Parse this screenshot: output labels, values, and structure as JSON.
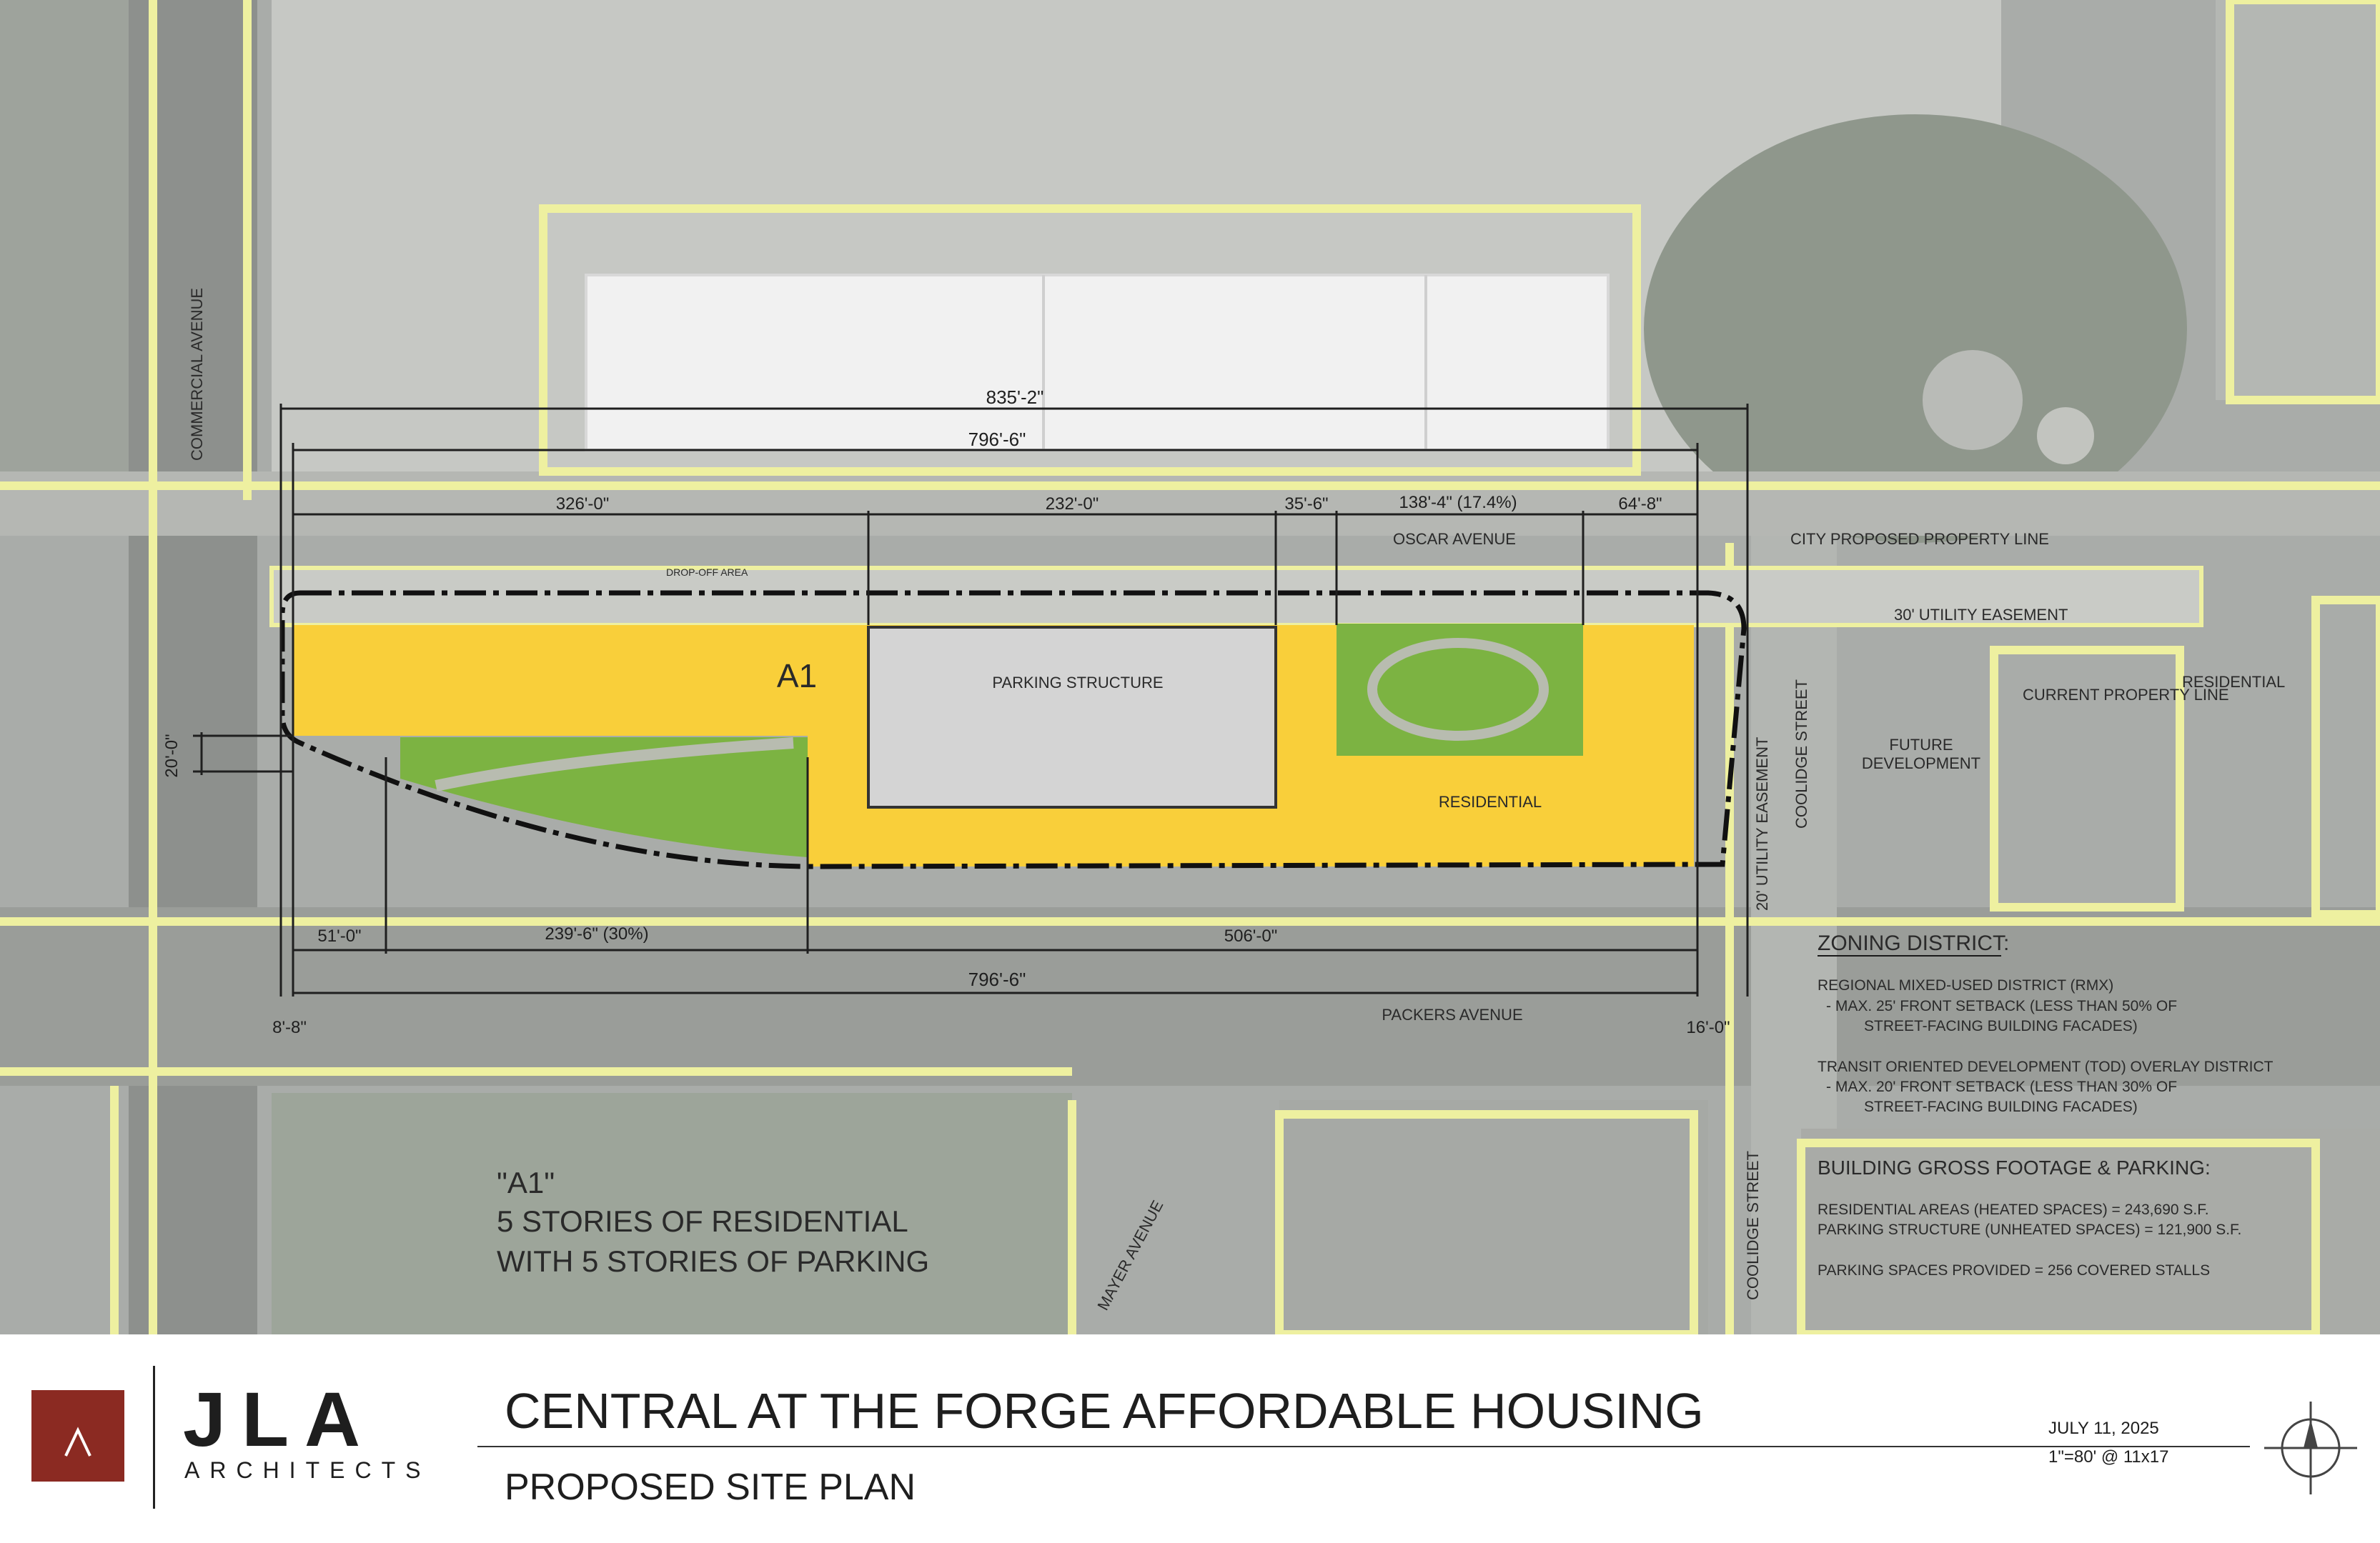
{
  "project": {
    "title": "CENTRAL AT THE FORGE AFFORDABLE HOUSING",
    "subtitle": "PROPOSED SITE PLAN",
    "date": "JULY 11, 2025",
    "scale": "1\"=80' @ 11x17"
  },
  "firm": {
    "name": "JLA",
    "tagline": "ARCHITECTS",
    "brand_color": "#8b2a22"
  },
  "streets": {
    "commercial": "COMMERCIAL AVENUE",
    "oscar": "OSCAR AVENUE",
    "packers": "PACKERS AVENUE",
    "coolidge_north": "COOLIDGE STREET",
    "coolidge_south": "COOLIDGE STREET",
    "mayer": "MAYER AVENUE"
  },
  "site_labels": {
    "building_id": "A1",
    "parking": "PARKING STRUCTURE",
    "residential": "RESIDENTIAL",
    "residential_east": "RESIDENTIAL",
    "drop_off": "DROP-OFF AREA",
    "city_line": "CITY PROPOSED PROPERTY LINE",
    "current_line": "CURRENT PROPERTY LINE",
    "utility_east": "30' UTILITY EASEMENT",
    "utility_vertical": "20' UTILITY EASEMENT",
    "future_dev_1": "FUTURE",
    "future_dev_2": "DEVELOPMENT"
  },
  "dimensions": {
    "overall_top": "835'-2\"",
    "top": "796'-6\"",
    "seg_1": "326'-0\"",
    "seg_2": "232'-0\"",
    "seg_3": "35'-6\"",
    "seg_4": "138'-4\" (17.4%)",
    "seg_5": "64'-8\"",
    "setback_left": "20'-0\"",
    "bot_1": "51'-0\"",
    "bot_2": "239'-6\" (30%)",
    "bot_3": "506'-0\"",
    "bottom": "796'-6\"",
    "left_offset": "8'-8\"",
    "right_offset": "16'-0\""
  },
  "notes": {
    "a1_title": "\"A1\"",
    "a1_line1": "5 STORIES OF RESIDENTIAL",
    "a1_line2": "WITH 5 STORIES OF PARKING",
    "zoning_heading": "ZONING DISTRICT:",
    "zoning_1": "REGIONAL MIXED-USED DISTRICT (RMX)",
    "zoning_1a": "-     MAX. 25' FRONT SETBACK (LESS THAN 50% OF",
    "zoning_1b": "STREET-FACING BUILDING FACADES)",
    "zoning_2": "TRANSIT ORIENTED DEVELOPMENT (TOD) OVERLAY DISTRICT",
    "zoning_2a": "-     MAX. 20' FRONT SETBACK (LESS THAN 30% OF",
    "zoning_2b": "STREET-FACING BUILDING FACADES)",
    "gross_heading": "BUILDING GROSS FOOTAGE & PARKING:",
    "gross_1": "RESIDENTIAL AREAS (HEATED SPACES) = 243,690 S.F.",
    "gross_2": "PARKING STRUCTURE (UNHEATED SPACES) = 121,900 S.F.",
    "gross_3": "PARKING SPACES PROVIDED = 256 COVERED STALLS"
  },
  "colors": {
    "residential": "#f9cf3a",
    "parking": "#d4d4d4",
    "green_space": "#7cb342",
    "street_outline": "#eef0a0",
    "aerial_base": "#a8aba8"
  }
}
